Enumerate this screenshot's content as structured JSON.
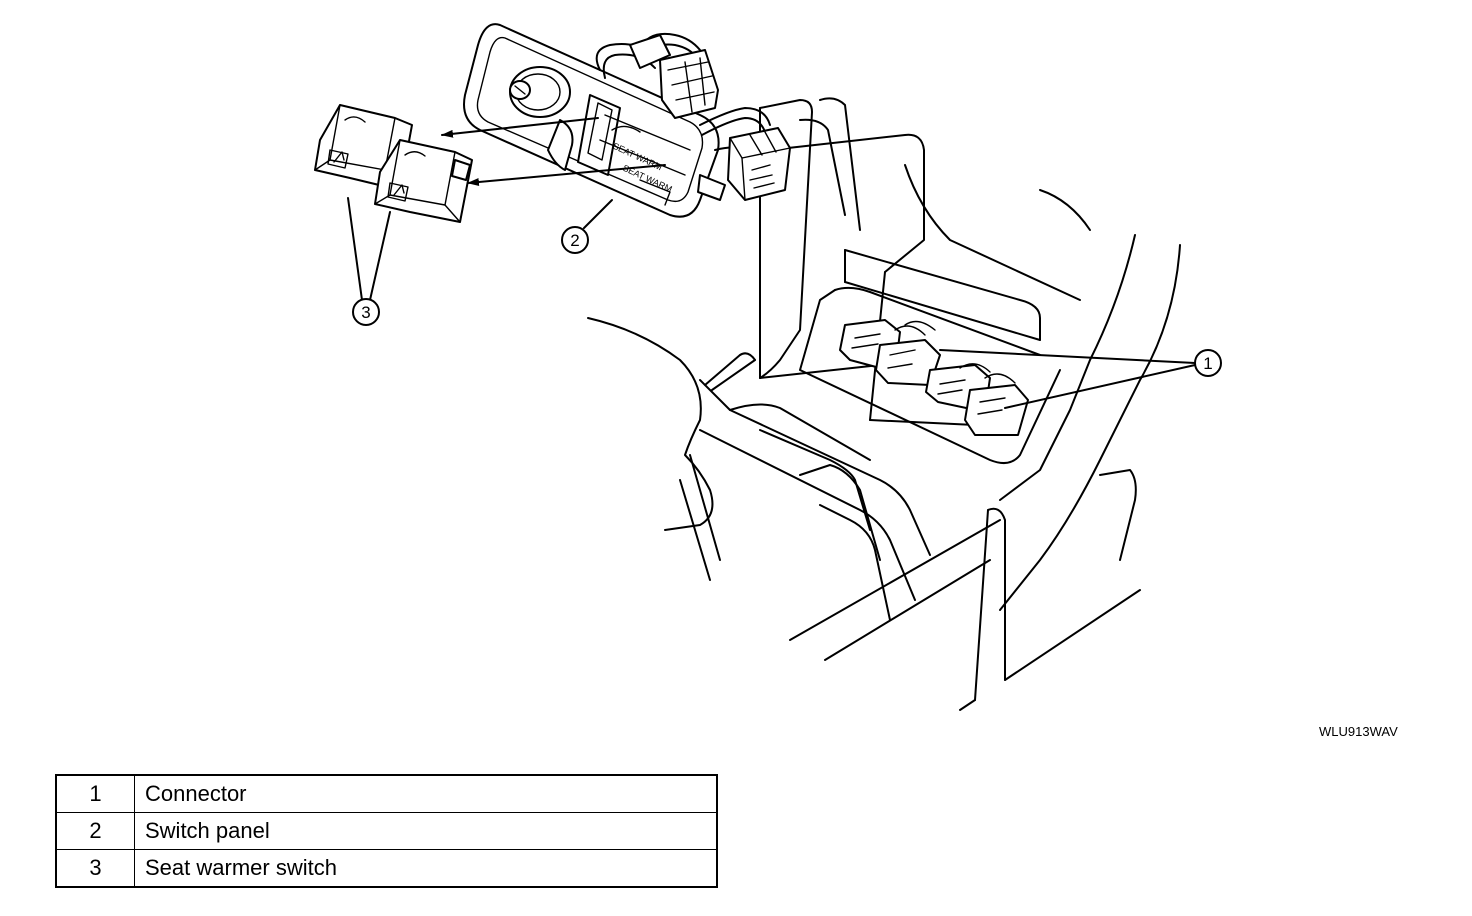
{
  "figure_code": "WLU913WAV",
  "callouts": {
    "c1": "1",
    "c2": "2",
    "c3": "3"
  },
  "switch_panel": {
    "lamp_label_1": "SEAT WARM",
    "lamp_label_2": "SEAT WARM"
  },
  "legend": {
    "rows": [
      {
        "num": "1",
        "desc": "Connector"
      },
      {
        "num": "2",
        "desc": "Switch panel"
      },
      {
        "num": "3",
        "desc": "Seat warmer switch"
      }
    ]
  }
}
